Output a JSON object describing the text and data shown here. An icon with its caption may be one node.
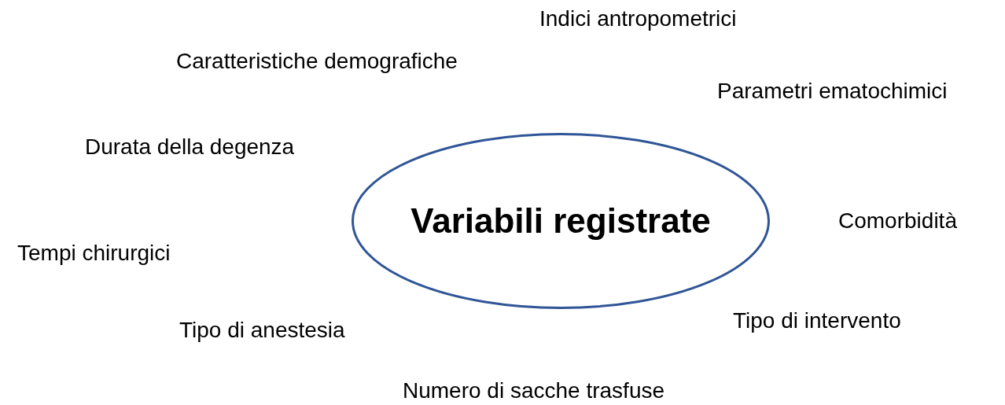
{
  "diagram": {
    "nodes": [
      {
        "text": [
          "Variabili registrate"
        ]
      }
    ],
    "edges": [],
    "labels": [
      "Indici antropometrici",
      "Caratteristiche demografiche",
      "Parametri ematochimici",
      "Durata della degenza",
      "Comorbidità",
      "Tempi chirurgici",
      "Tipo di intervento",
      "Tipo di anestesia",
      "Numero di sacche trasfuse"
    ]
  }
}
